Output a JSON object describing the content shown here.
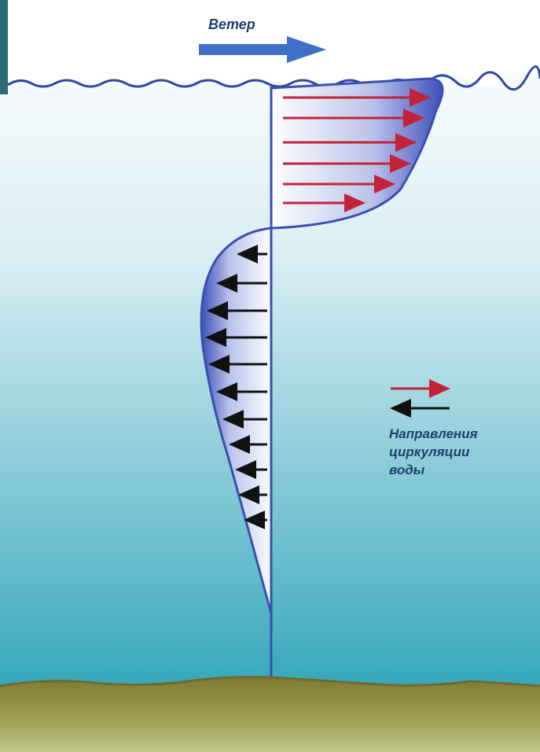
{
  "wind_label": "Ветер",
  "legend": {
    "lines": [
      "Направления",
      "циркуляции",
      "воды"
    ]
  },
  "colors": {
    "water_top": "#f8fbfc",
    "water_mid": "#bfe3ea",
    "water_bottom": "#35a9bc",
    "sky": "#ffffff",
    "surface_line": "#2f49a8",
    "profile_stroke": "#3a4fb0",
    "profile_fill_dark": "#3c4fb8",
    "wind_arrow": "#3f6fc6",
    "upper_current_arrow": "#c3233a",
    "lower_current_arrow": "#111111",
    "sediment": "#8a8f3a"
  },
  "upper_currents_count": 6,
  "lower_currents_count": 11
}
